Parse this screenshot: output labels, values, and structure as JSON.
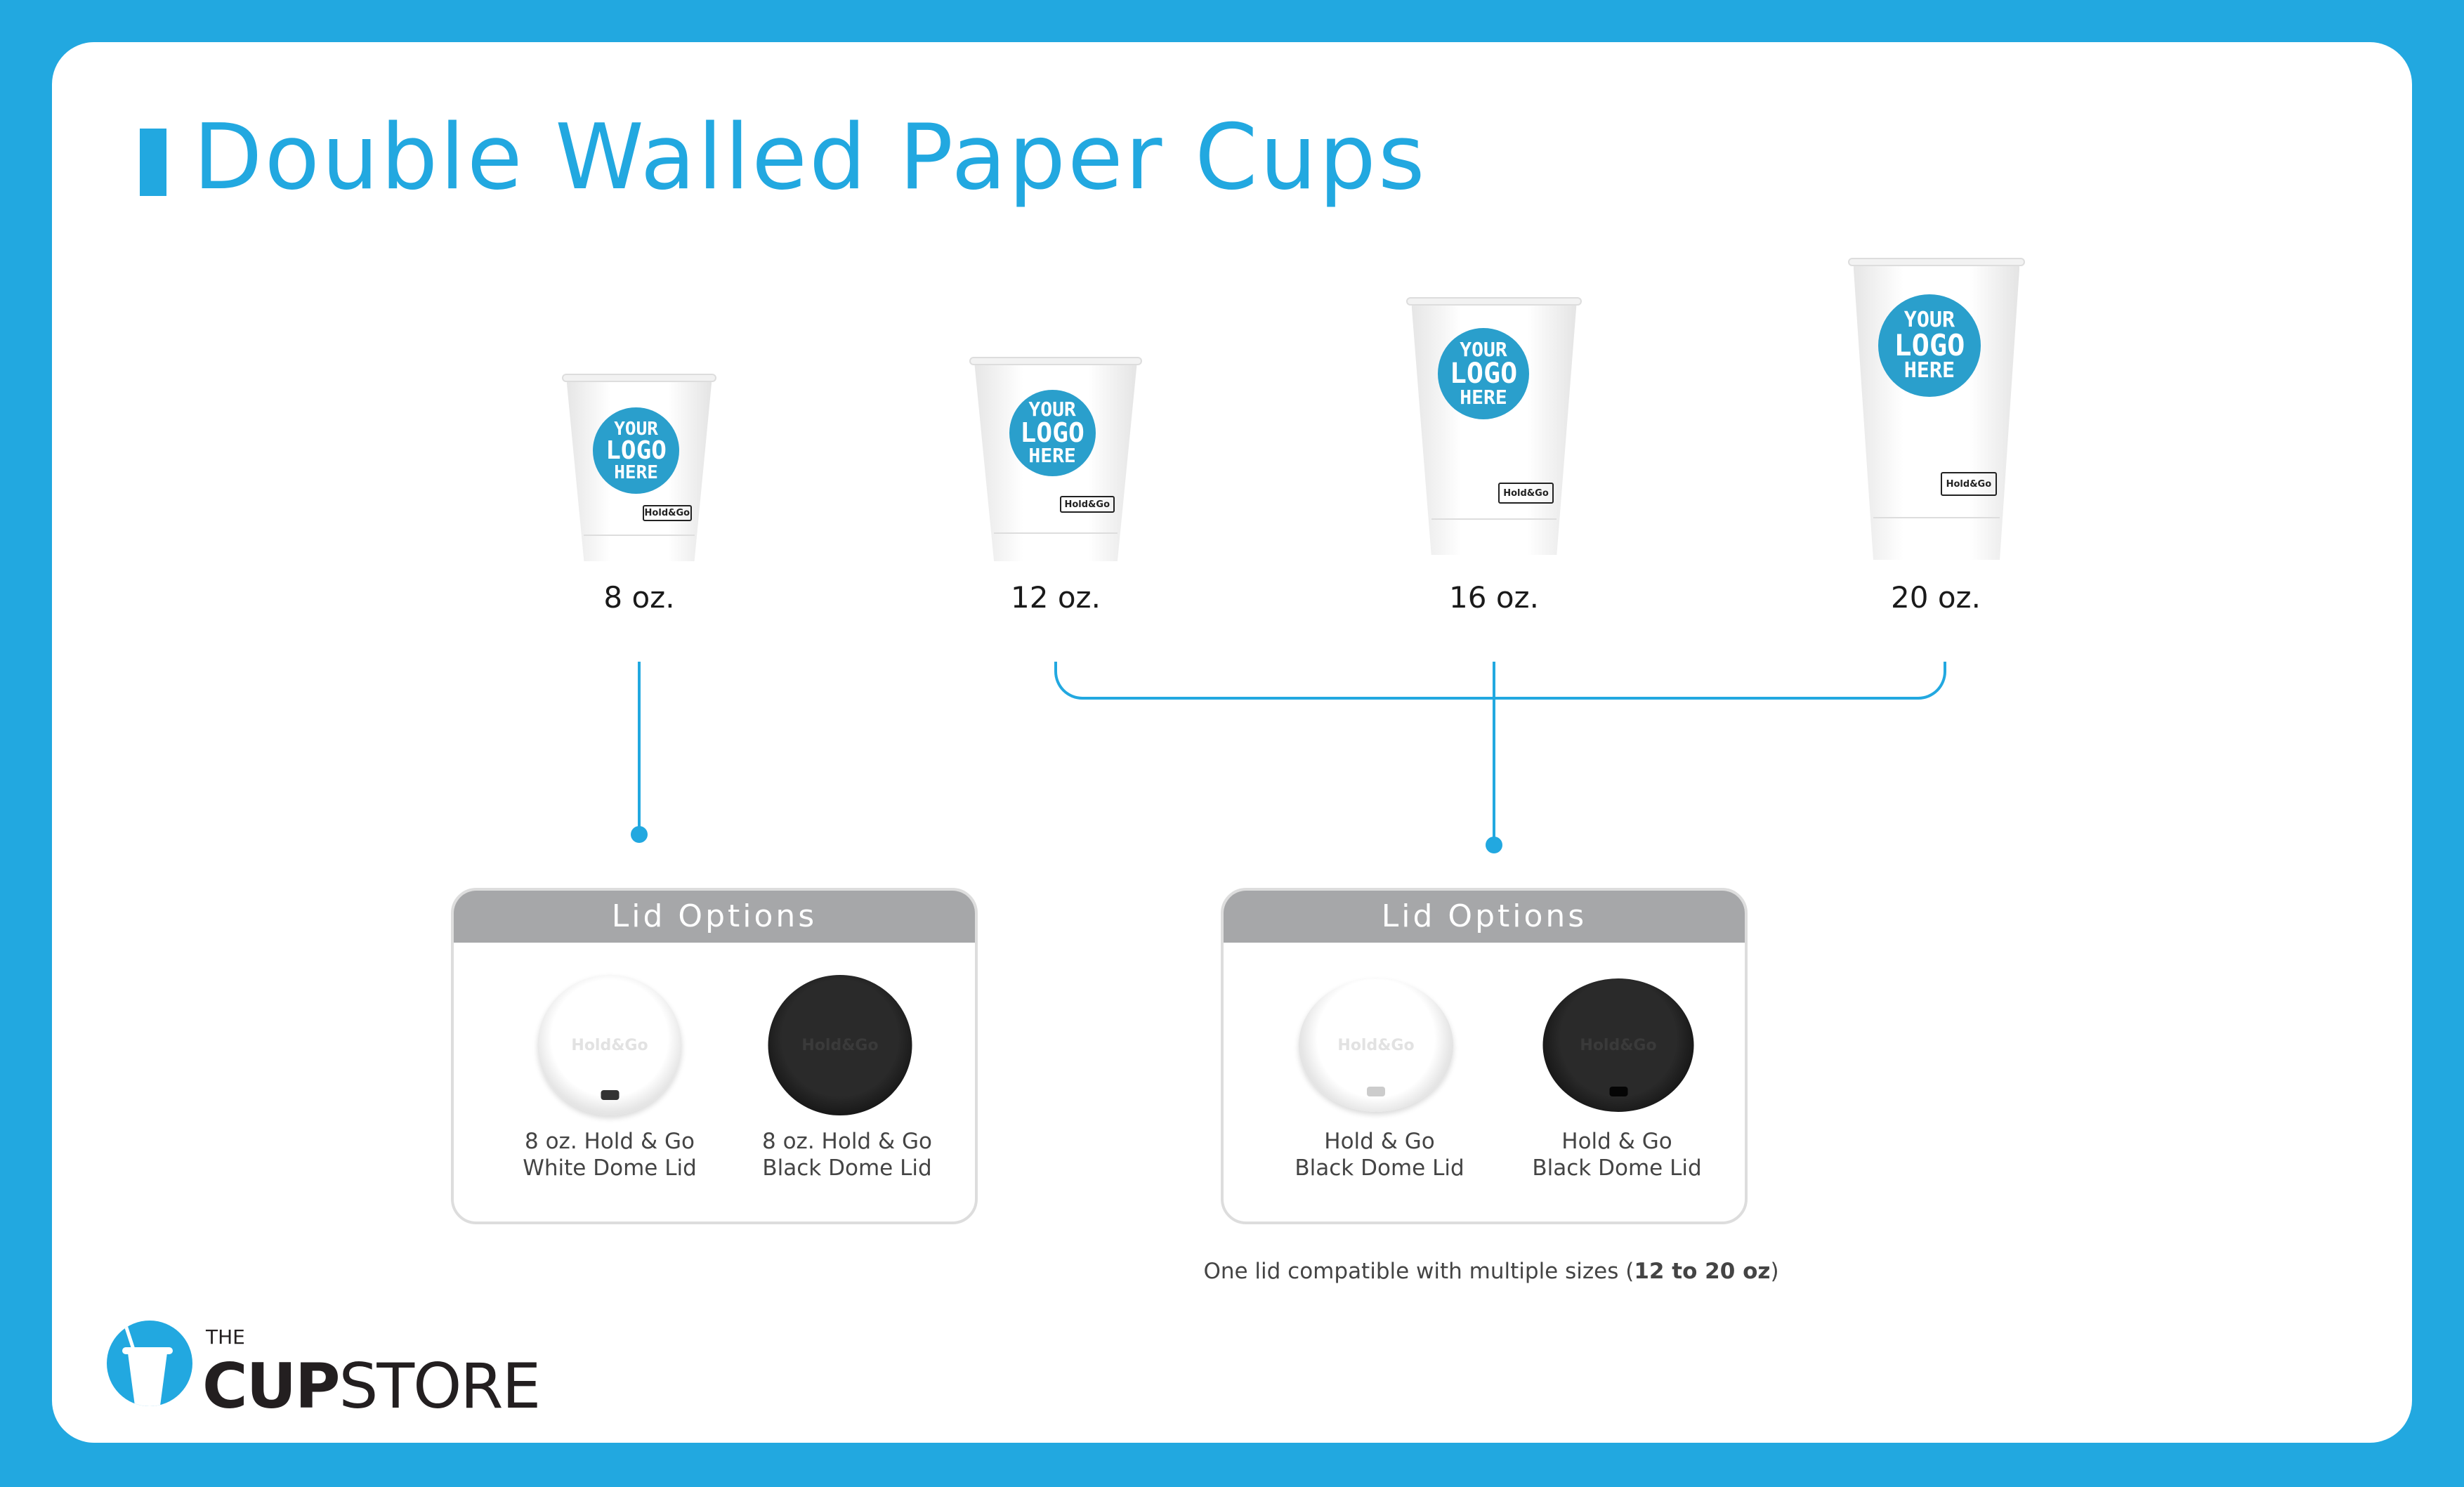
{
  "title": "Double Walled Paper Cups",
  "cups": [
    {
      "size": "8 oz.",
      "logo": [
        "YOUR",
        "LOGO",
        "HERE"
      ],
      "badge": "Hold&Go"
    },
    {
      "size": "12 oz.",
      "logo": [
        "YOUR",
        "LOGO",
        "HERE"
      ],
      "badge": "Hold&Go"
    },
    {
      "size": "16 oz.",
      "logo": [
        "YOUR",
        "LOGO",
        "HERE"
      ],
      "badge": "Hold&Go"
    },
    {
      "size": "20 oz.",
      "logo": [
        "YOUR",
        "LOGO",
        "HERE"
      ],
      "badge": "Hold&Go"
    }
  ],
  "lid_groups": [
    {
      "heading": "Lid Options",
      "lids": [
        {
          "line1": "8 oz. Hold & Go",
          "line2": "White Dome Lid",
          "color": "white",
          "emboss": "Hold&Go"
        },
        {
          "line1": "8 oz. Hold & Go",
          "line2": "Black Dome Lid",
          "color": "black",
          "emboss": "Hold&Go"
        }
      ]
    },
    {
      "heading": "Lid Options",
      "lids": [
        {
          "line1": "Hold & Go",
          "line2": "Black Dome Lid",
          "color": "white",
          "emboss": "Hold&Go"
        },
        {
          "line1": "Hold & Go",
          "line2": "Black Dome Lid",
          "color": "black",
          "emboss": "Hold&Go"
        }
      ]
    }
  ],
  "footnote": {
    "text": "One lid compatible with multiple sizes (",
    "bold": "12 to 20 oz",
    "close": ")"
  },
  "brand": {
    "the": "THE",
    "cup": "CUP",
    "store": "STORE"
  },
  "colors": {
    "accent": "#22a8e0",
    "header_gray": "#a6a7a9"
  }
}
